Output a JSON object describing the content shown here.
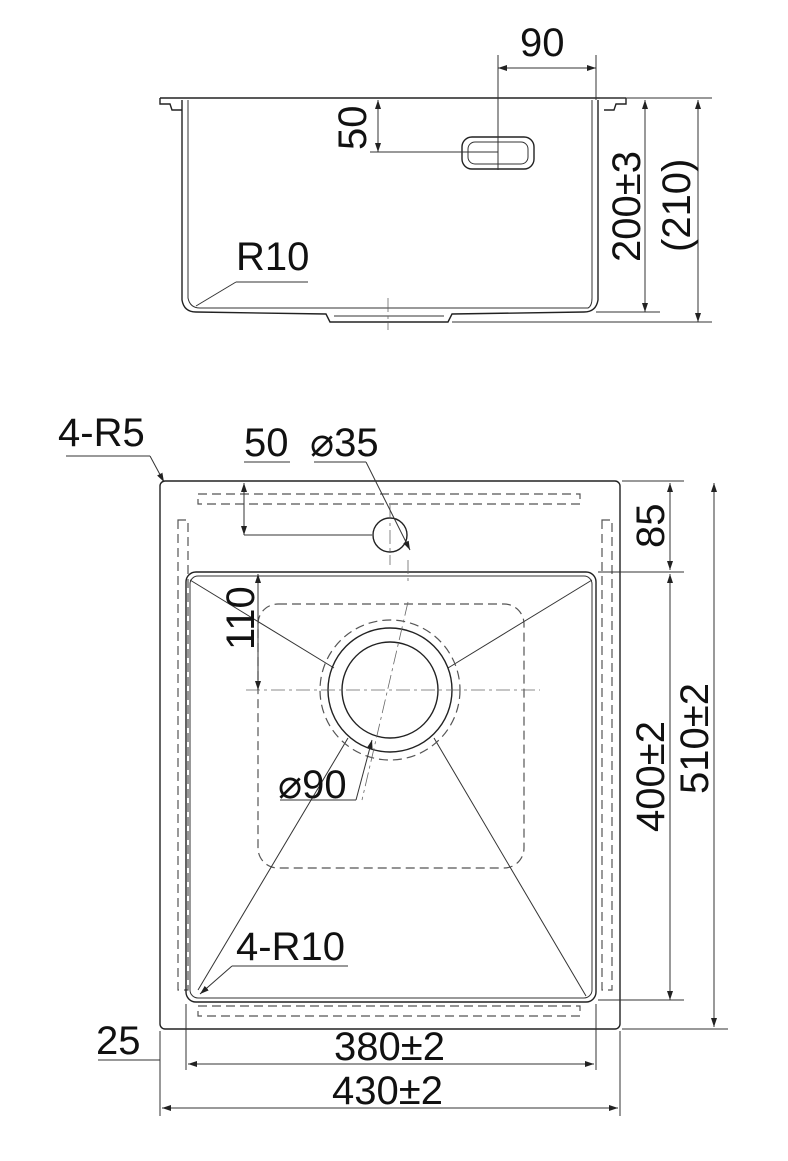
{
  "side_view": {
    "overflow_width": "90",
    "overflow_height": "50",
    "depth": "200±3",
    "depth_overall": "(210)",
    "corner_radius": "R10"
  },
  "top_view": {
    "corner_radius_outer": "4-R5",
    "tap_hole_offset": "50",
    "tap_hole_diameter": "⌀35",
    "top_margin": "85",
    "drain_offset": "110",
    "drain_diameter": "⌀90",
    "bowl_corner_radius": "4-R10",
    "bowl_length": "400±2",
    "overall_length": "510±2",
    "side_margin": "25",
    "bowl_width": "380±2",
    "overall_width": "430±2"
  }
}
